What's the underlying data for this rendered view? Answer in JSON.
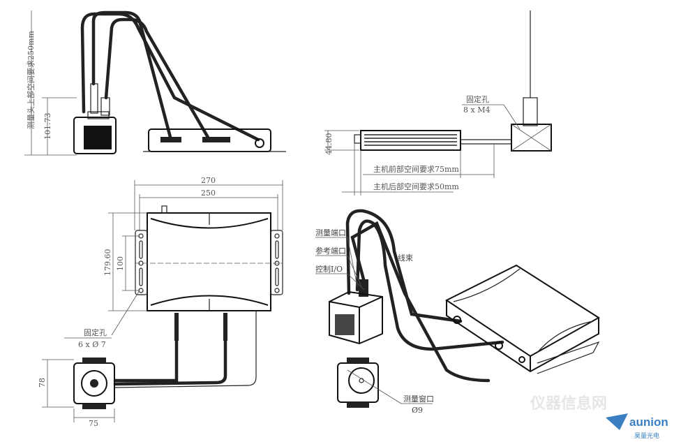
{
  "top_left_view": {
    "dim_clearance": "测量头上部空间要求250mm",
    "dim_height": "101.73"
  },
  "top_right_view": {
    "mount_label": "固定孔",
    "mount_spec": "8 x  M4",
    "dim_height": "44.80",
    "front_clearance": "主机前部空间要求75mm",
    "rear_clearance": "主机后部空间要求50mm"
  },
  "plan_view": {
    "dim_outer_width": "270",
    "dim_inner_width": "250",
    "dim_depth": "179.60",
    "dim_hole_pitch": "100",
    "mount_label": "固定孔",
    "mount_spec": "6 x  Ø 7"
  },
  "probe_top_view": {
    "dim_height": "78",
    "dim_width": "75"
  },
  "iso_view": {
    "label_measure_port": "测量端口",
    "label_reference_port": "参考端口",
    "label_control_io": "控制I/O",
    "label_harness": "线束",
    "window_label": "测量窗口",
    "window_spec": "Ø9"
  },
  "watermark": {
    "site_text": "仪器信息网",
    "brand": "aunion",
    "brand_cn": "昊量光电",
    "brand_color": "#3a7fc1"
  }
}
